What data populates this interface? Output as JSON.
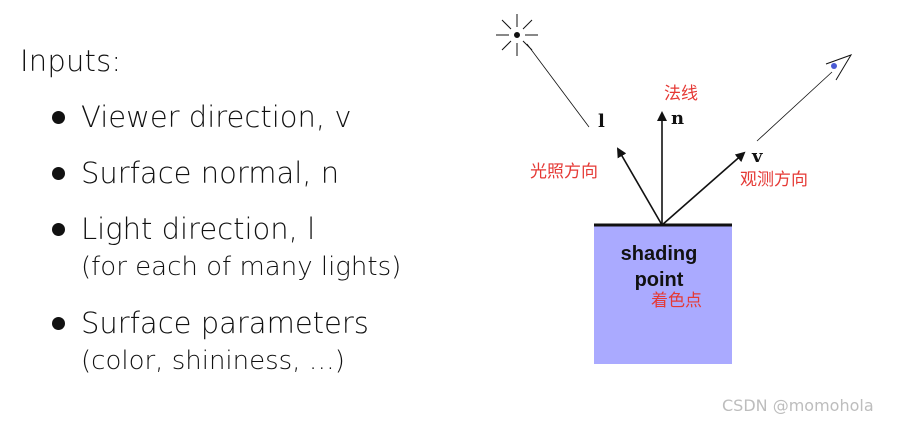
{
  "inputs": {
    "heading": "Inputs:",
    "items": [
      {
        "line1": "Viewer direction, v",
        "line2": ""
      },
      {
        "line1": "Surface normal, n",
        "line2": ""
      },
      {
        "line1": "Light direction, l",
        "line2": "(for each of many lights)"
      },
      {
        "line1": "Surface parameters",
        "line2": "(color, shininess, …)"
      }
    ]
  },
  "diagram": {
    "normal_cn": "法线",
    "normal_vec": "n",
    "light_vec": "l",
    "light_cn": "光照方向",
    "view_vec": "v",
    "view_cn": "观测方向",
    "box_line1": "shading",
    "box_line2": "point",
    "box_cn": "着色点",
    "colors": {
      "box": "#aaaaff",
      "label": "#e53935"
    }
  },
  "watermark": "CSDN @momohola"
}
